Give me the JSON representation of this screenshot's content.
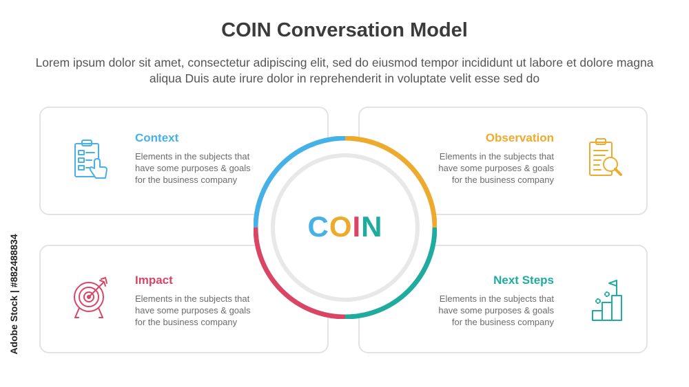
{
  "title": "COIN Conversation Model",
  "subtitle": "Lorem ipsum dolor sit amet, consectetur adipiscing elit, sed do eiusmod tempor incididunt ut labore et dolore magna aliqua Duis aute irure dolor in reprehenderit in voluptate velit esse sed do",
  "center": {
    "letters": [
      "C",
      "O",
      "I",
      "N"
    ],
    "colors": {
      "context": "#45b1e6",
      "observation": "#eeaa2c",
      "impact": "#db4565",
      "next_steps": "#1fac9e"
    }
  },
  "items": {
    "context": {
      "title": "Context",
      "desc": "Elements in the subjects that have  some purposes & goals for the  business company",
      "icon": "clipboard-hand-icon",
      "color": "#45b1e6"
    },
    "observation": {
      "title": "Observation",
      "desc": "Elements in the subjects that have  some purposes & goals for the  business company",
      "icon": "clipboard-magnifier-icon",
      "color": "#eeaa2c"
    },
    "impact": {
      "title": "Impact",
      "desc": "Elements in the subjects that have  some purposes & goals for the  business company",
      "icon": "target-arrow-icon",
      "color": "#db4565"
    },
    "next_steps": {
      "title": "Next Steps",
      "desc": "Elements in the subjects that have  some purposes & goals for the  business company",
      "icon": "stairs-flag-icon",
      "color": "#1fac9e"
    }
  },
  "watermark": "Adobe Stock | #882488834"
}
